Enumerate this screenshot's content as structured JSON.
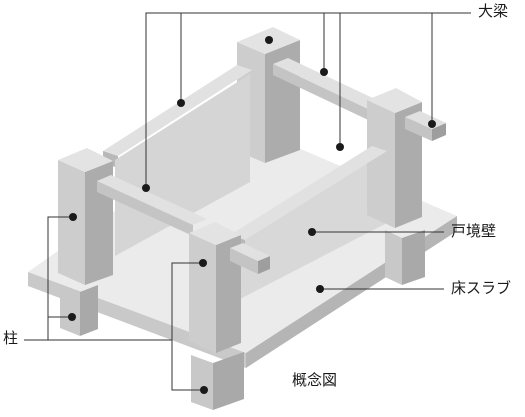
{
  "labels": {
    "beam": "大梁",
    "wall": "戸境壁",
    "slab": "床スラブ",
    "column": "柱",
    "caption": "概念図"
  }
}
